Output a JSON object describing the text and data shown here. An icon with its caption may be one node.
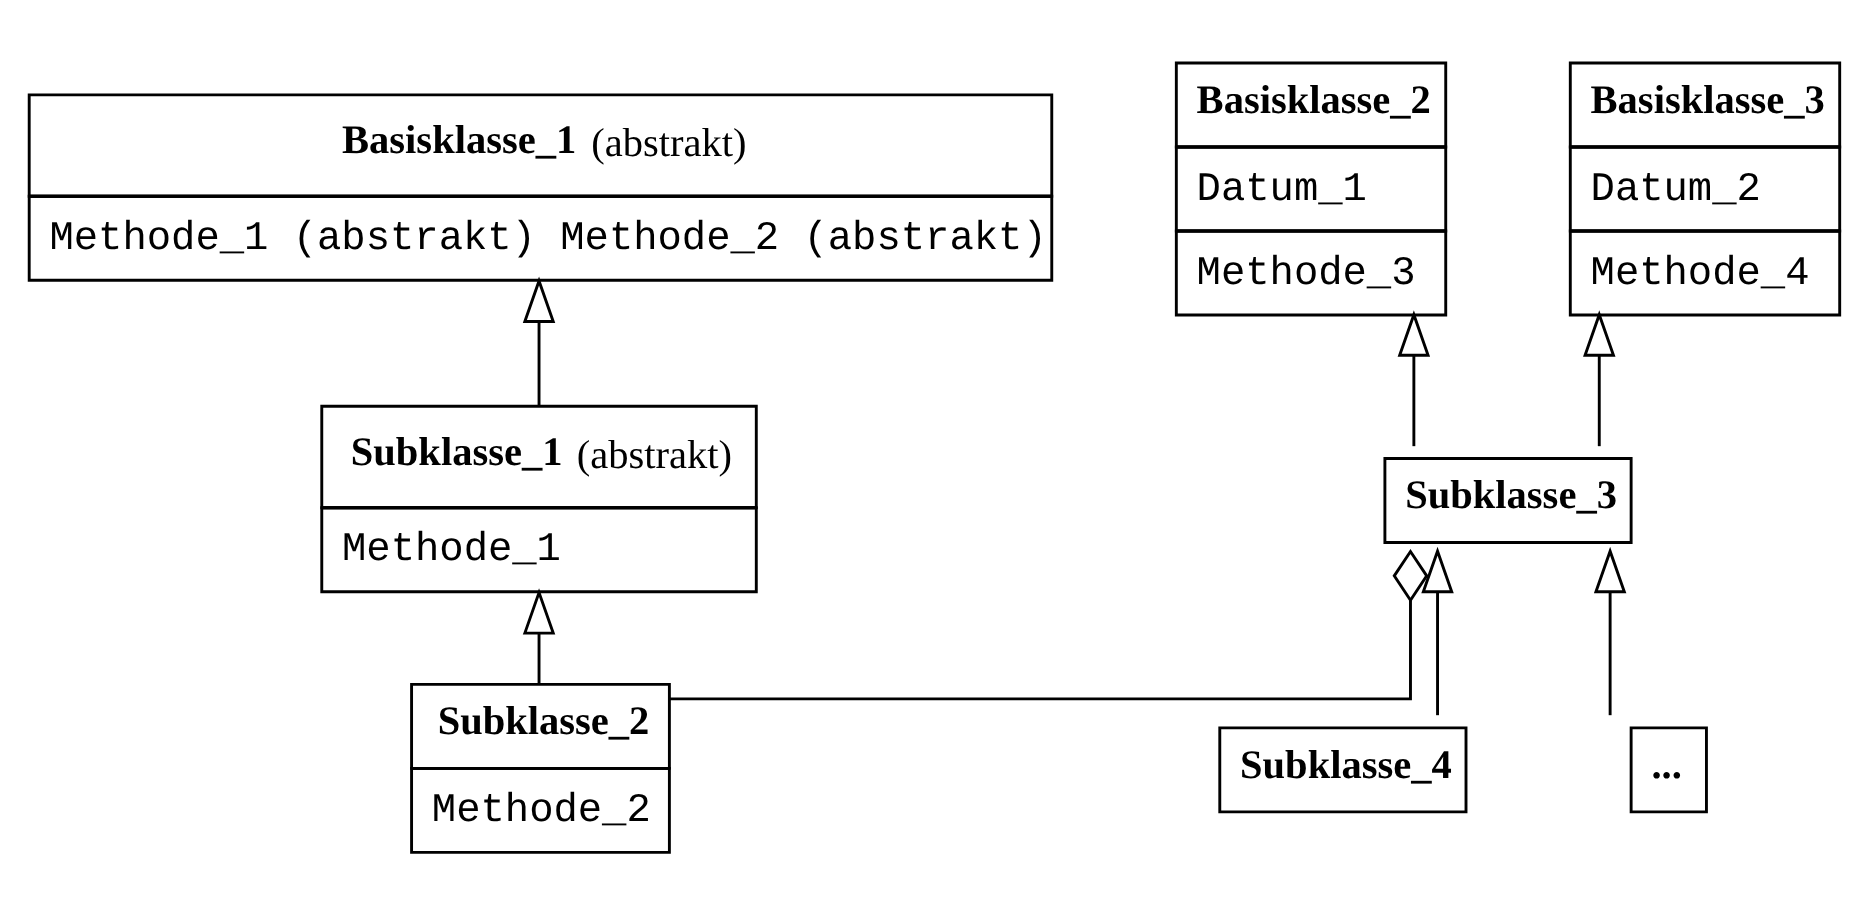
{
  "diagram": {
    "nodes": [
      {
        "text": [
          "**Basisklasse_1** (abstrakt)",
          "Methode_1 (abstrakt) Methode_2 (abstrakt)"
        ]
      },
      {
        "text": [
          "**Basisklasse_2**",
          "Datum_1",
          "Methode_3"
        ]
      },
      {
        "text": [
          "**Basisklasse_3**",
          "Datum_2",
          "Methode_4"
        ]
      },
      {
        "text": [
          "**Subklasse_1** (abstrakt)",
          "Methode_1"
        ]
      },
      {
        "text": [
          "**Subklasse_3**"
        ]
      },
      {
        "text": [
          "**Subklasse_2**",
          "Methode_2"
        ]
      },
      {
        "text": [
          "**Subklasse_4**"
        ]
      },
      {
        "text": [
          "**...**"
        ]
      }
    ],
    "edges": [
      {
        "from": 3,
        "to": 0,
        "arrow": "to"
      },
      {
        "from": 4,
        "to": 1,
        "arrow": "to"
      },
      {
        "from": 4,
        "to": 2,
        "arrow": "to"
      },
      {
        "from": 5,
        "to": 3,
        "arrow": "to"
      },
      {
        "from": 5,
        "to": 4,
        "arrow": "other"
      },
      {
        "from": 6,
        "to": 4,
        "arrow": "to"
      },
      {
        "from": 7,
        "to": 4,
        "arrow": "to"
      }
    ]
  }
}
